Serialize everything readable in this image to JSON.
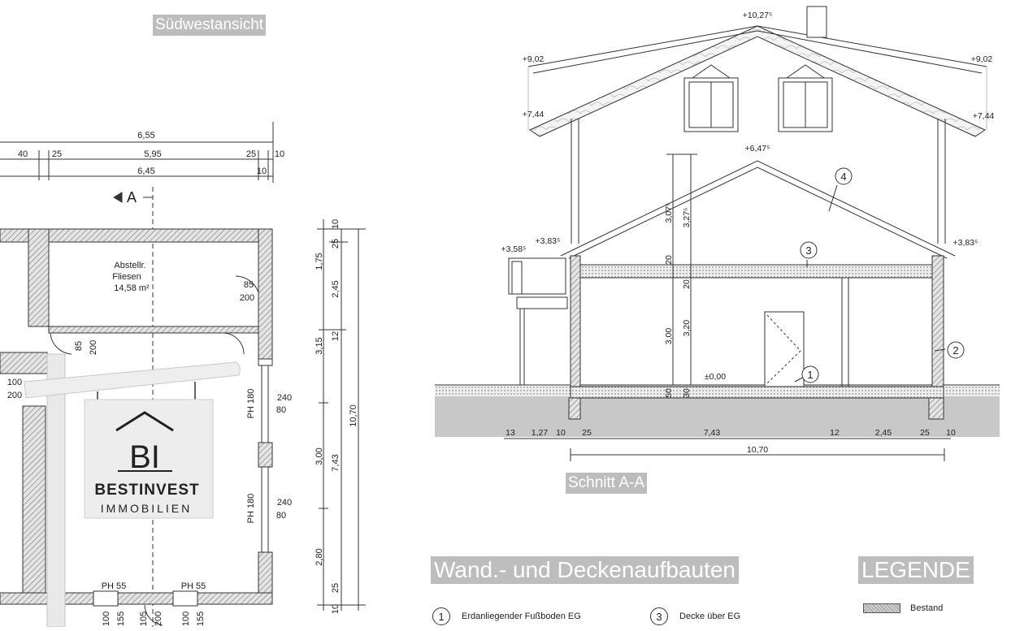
{
  "captions": {
    "southwest_view": "Südwestansicht",
    "section": "Schnitt A-A",
    "layers_title": "Wand.- und Deckenaufbauten",
    "legend_title": "LEGENDE"
  },
  "layers": [
    {
      "number": "1",
      "label": "Erdanliegender Fußboden EG"
    },
    {
      "number": "3",
      "label": "Decke über EG"
    }
  ],
  "legend": {
    "bestand_label": "Bestand"
  },
  "floorplan": {
    "room_name": "Abstellr.",
    "room_floor": "Fliesen",
    "room_area": "14,58 m²",
    "section_marker": "A",
    "dims_top": {
      "total": "6,55",
      "d40": "40",
      "d25a": "25",
      "inner": "5,95",
      "d25b": "25",
      "d10a": "10",
      "lower": "6,45",
      "d10b": "10"
    },
    "door_85": "85",
    "door_200": "200",
    "door2_85": "85",
    "door2_200": "200",
    "left_100": "100",
    "left_200": "200",
    "ph180_a": "PH 180",
    "win_240_a": "240",
    "win_80_a": "80",
    "ph180_b": "PH 180",
    "win_240_b": "240",
    "win_80_b": "80",
    "ph55_a": "PH 55",
    "ph55_b": "PH 55",
    "bot_100a": "100",
    "bot_155a": "155",
    "bot_105": "105",
    "bot_200": "200",
    "bot_100b": "100",
    "bot_155b": "155",
    "vdims": {
      "d10": "10",
      "d25a": "25",
      "d175": "1,75",
      "d245": "2,45",
      "d12": "12",
      "d315": "3,15",
      "d300": "3,00",
      "d743": "7,43",
      "d1070": "10,70",
      "d280": "2,80",
      "d25b": "25",
      "d10b": "10"
    }
  },
  "section": {
    "ridge": "+10,27⁵",
    "eave_left_top": "+9,02",
    "eave_right_top": "+9,02",
    "eave_left_low": "+7,44",
    "eave_right_low": "+7,44",
    "inner_ridge": "+6,47⁵",
    "left_358": "+3,58⁵",
    "left_383": "+3,83⁵",
    "right_383": "+3,83⁵",
    "zero": "±0,00",
    "h307": "3,07⁵",
    "h327": "3,27⁵",
    "h20a": "20",
    "h20b": "20",
    "h300": "3,00",
    "h320": "3,20",
    "h50": "50",
    "h30": "30",
    "callouts": [
      "1",
      "2",
      "3",
      "4"
    ],
    "bottom_dims": {
      "d13": "13",
      "d127": "1,27",
      "d10a": "10",
      "d25a": "25",
      "d743": "7,43",
      "d12": "12",
      "d245": "2,45",
      "d25b": "25",
      "d10b": "10",
      "total": "10,70"
    }
  },
  "sign": {
    "logo_mark": "BI",
    "brand": "BESTINVEST",
    "sub": "IMMOBILIEN"
  }
}
